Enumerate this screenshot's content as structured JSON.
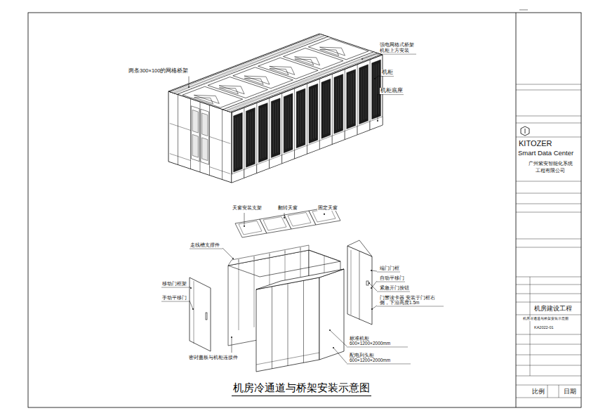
{
  "diagram": {
    "title": "机房冷通道与桥架安装示意图",
    "labels": [
      "两条300×100的网格桥架",
      "强电网格式桥架 机柜上方安装",
      "机柜",
      "机柜底座",
      "天窗安装支架",
      "翻转天窗",
      "固定天窗",
      "走线槽支撑件",
      "移动门框架",
      "手动平移门",
      "密封盖板与机柜连接件",
      "标准机柜 600×1200×2000mm",
      "配电列头柜 600×1200×2000mm",
      "端门门框",
      "自动平移门",
      "紧急开门按钮",
      "门禁读卡器 安装于门框右侧，下沿高度1.5m",
      "KITOZER",
      "Smart Data Center",
      "广州紫安智能化系统",
      "工程有限公司",
      "机房建设工程",
      "机房冷通道与桥架安装示意图",
      "KA2022-01",
      "比例",
      "日期"
    ]
  }
}
